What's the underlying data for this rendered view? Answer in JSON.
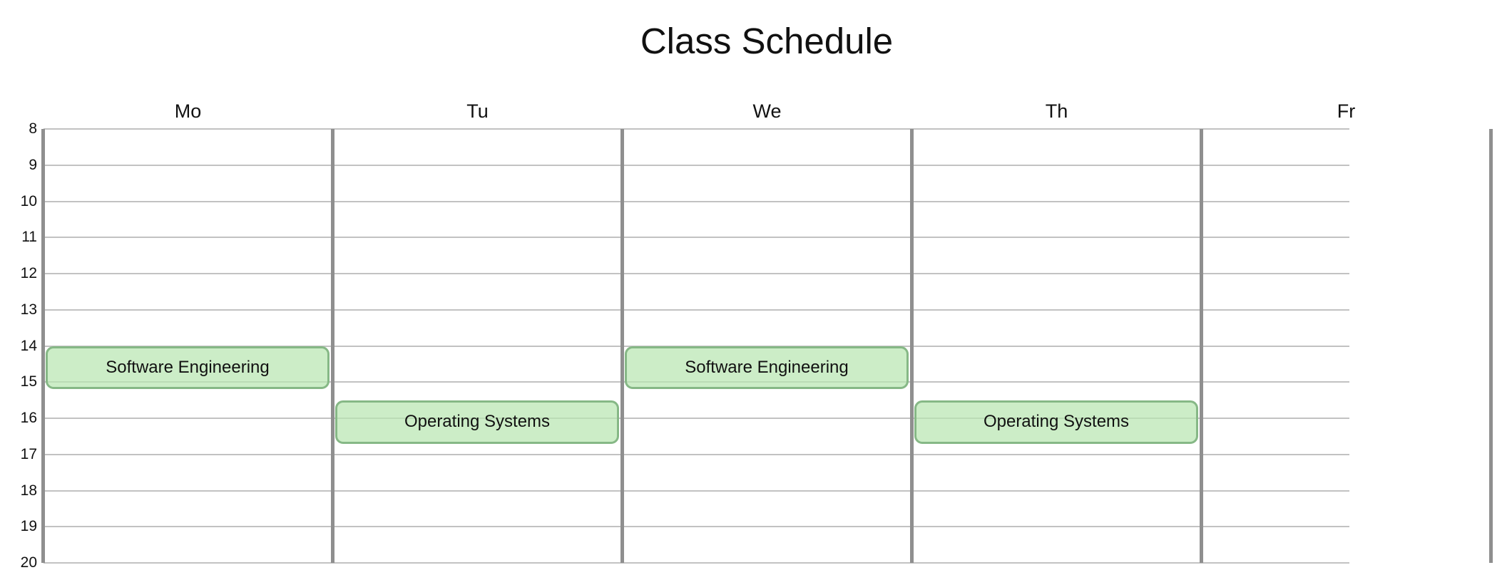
{
  "chart_data": {
    "type": "table",
    "title": "Class Schedule",
    "days": [
      "Mo",
      "Tu",
      "We",
      "Th",
      "Fr"
    ],
    "hours": [
      8,
      9,
      10,
      11,
      12,
      13,
      14,
      15,
      16,
      17,
      18,
      19,
      20
    ],
    "ylim": [
      8,
      20
    ],
    "grid": true,
    "events": [
      {
        "day": "Mo",
        "start": 14,
        "end": 15.2,
        "label": "Software Engineering",
        "color": "#c6ecc3"
      },
      {
        "day": "Tu",
        "start": 15.5,
        "end": 16.7,
        "label": "Operating Systems",
        "color": "#c6ecc3"
      },
      {
        "day": "We",
        "start": 14,
        "end": 15.2,
        "label": "Software Engineering",
        "color": "#c6ecc3"
      },
      {
        "day": "Th",
        "start": 15.5,
        "end": 16.7,
        "label": "Operating Systems",
        "color": "#c6ecc3"
      }
    ]
  }
}
